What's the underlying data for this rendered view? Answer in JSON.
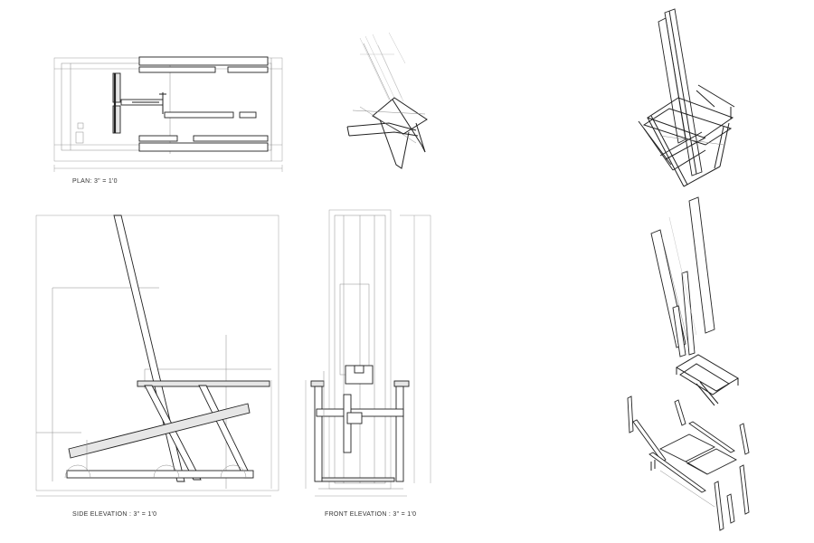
{
  "drawings": {
    "plan": {
      "caption": "PLAN: 3\" = 1'0"
    },
    "side_elevation": {
      "caption": "SIDE ELEVATION : 3\" = 1'0"
    },
    "front_elevation": {
      "caption": "FRONT ELEVATION : 3\" = 1'0"
    }
  },
  "line_color": "#222222"
}
